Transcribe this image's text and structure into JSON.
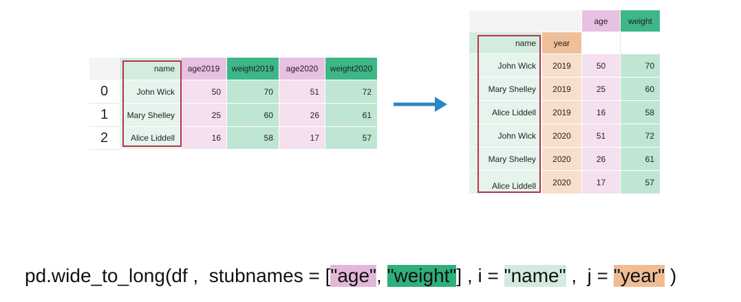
{
  "wide_table": {
    "headers": [
      "name",
      "age2019",
      "weight2019",
      "age2020",
      "weight2020"
    ],
    "rows": [
      {
        "index": "0",
        "name": "John Wick",
        "age2019": "50",
        "weight2019": "70",
        "age2020": "51",
        "weight2020": "72"
      },
      {
        "index": "1",
        "name": "Mary Shelley",
        "age2019": "25",
        "weight2019": "60",
        "age2020": "26",
        "weight2020": "61"
      },
      {
        "index": "2",
        "name": "Alice Liddell",
        "age2019": "16",
        "weight2019": "58",
        "age2020": "17",
        "weight2020": "57"
      }
    ]
  },
  "long_table": {
    "top_headers": [
      "age",
      "weight"
    ],
    "index_headers": [
      "name",
      "year"
    ],
    "rows": [
      {
        "name": "John Wick",
        "year": "2019",
        "age": "50",
        "weight": "70"
      },
      {
        "name": "Mary Shelley",
        "year": "2019",
        "age": "25",
        "weight": "60"
      },
      {
        "name": "Alice Liddell",
        "year": "2019",
        "age": "16",
        "weight": "58"
      },
      {
        "name": "John Wick",
        "year": "2020",
        "age": "51",
        "weight": "72"
      },
      {
        "name": "Mary Shelley",
        "year": "2020",
        "age": "26",
        "weight": "61"
      },
      {
        "name": "Alice Liddell",
        "year": "2020",
        "age": "17",
        "weight": "57"
      }
    ]
  },
  "code": {
    "part1": "pd.wide_to_long(df ,  stubnames = [",
    "stub1": "\"age\"",
    "comma": ", ",
    "stub2": "\"weight\"",
    "part2": "] , i = ",
    "i_val": "\"name\"",
    "part3": " ,  j = ",
    "j_val": "\"year\"",
    "part4": " )"
  },
  "colors": {
    "name": "#d4ecdf",
    "age": "#e7c1df",
    "weight": "#3db688",
    "year": "#efbf99",
    "arrow": "#2a86c6",
    "outline": "#b8304a"
  }
}
